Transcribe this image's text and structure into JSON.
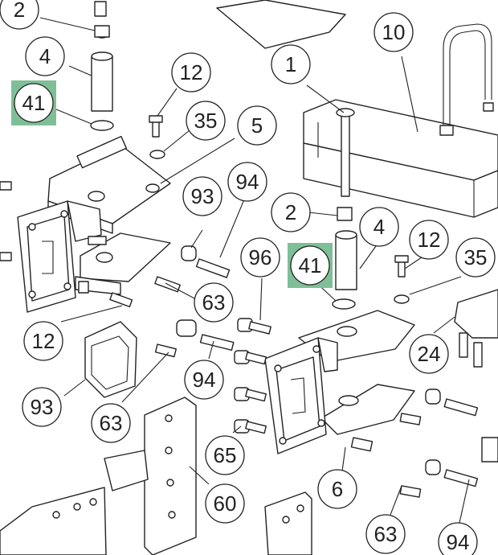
{
  "highlight_color": "#7fbf97",
  "line_color": "#222222",
  "callouts": [
    {
      "label": "2",
      "highlighted": false
    },
    {
      "label": "4",
      "highlighted": false
    },
    {
      "label": "41",
      "highlighted": true
    },
    {
      "label": "12",
      "highlighted": false
    },
    {
      "label": "35",
      "highlighted": false
    },
    {
      "label": "5",
      "highlighted": false
    },
    {
      "label": "1",
      "highlighted": false
    },
    {
      "label": "10",
      "highlighted": false
    },
    {
      "label": "93",
      "highlighted": false
    },
    {
      "label": "94",
      "highlighted": false
    },
    {
      "label": "2",
      "highlighted": false
    },
    {
      "label": "4",
      "highlighted": false
    },
    {
      "label": "12",
      "highlighted": false
    },
    {
      "label": "35",
      "highlighted": false
    },
    {
      "label": "96",
      "highlighted": false
    },
    {
      "label": "41",
      "highlighted": true
    },
    {
      "label": "63",
      "highlighted": false
    },
    {
      "label": "12",
      "highlighted": false
    },
    {
      "label": "24",
      "highlighted": false
    },
    {
      "label": "93",
      "highlighted": false
    },
    {
      "label": "63",
      "highlighted": false
    },
    {
      "label": "94",
      "highlighted": false
    },
    {
      "label": "65",
      "highlighted": false
    },
    {
      "label": "60",
      "highlighted": false
    },
    {
      "label": "6",
      "highlighted": false
    },
    {
      "label": "63",
      "highlighted": false
    },
    {
      "label": "94",
      "highlighted": false
    }
  ]
}
